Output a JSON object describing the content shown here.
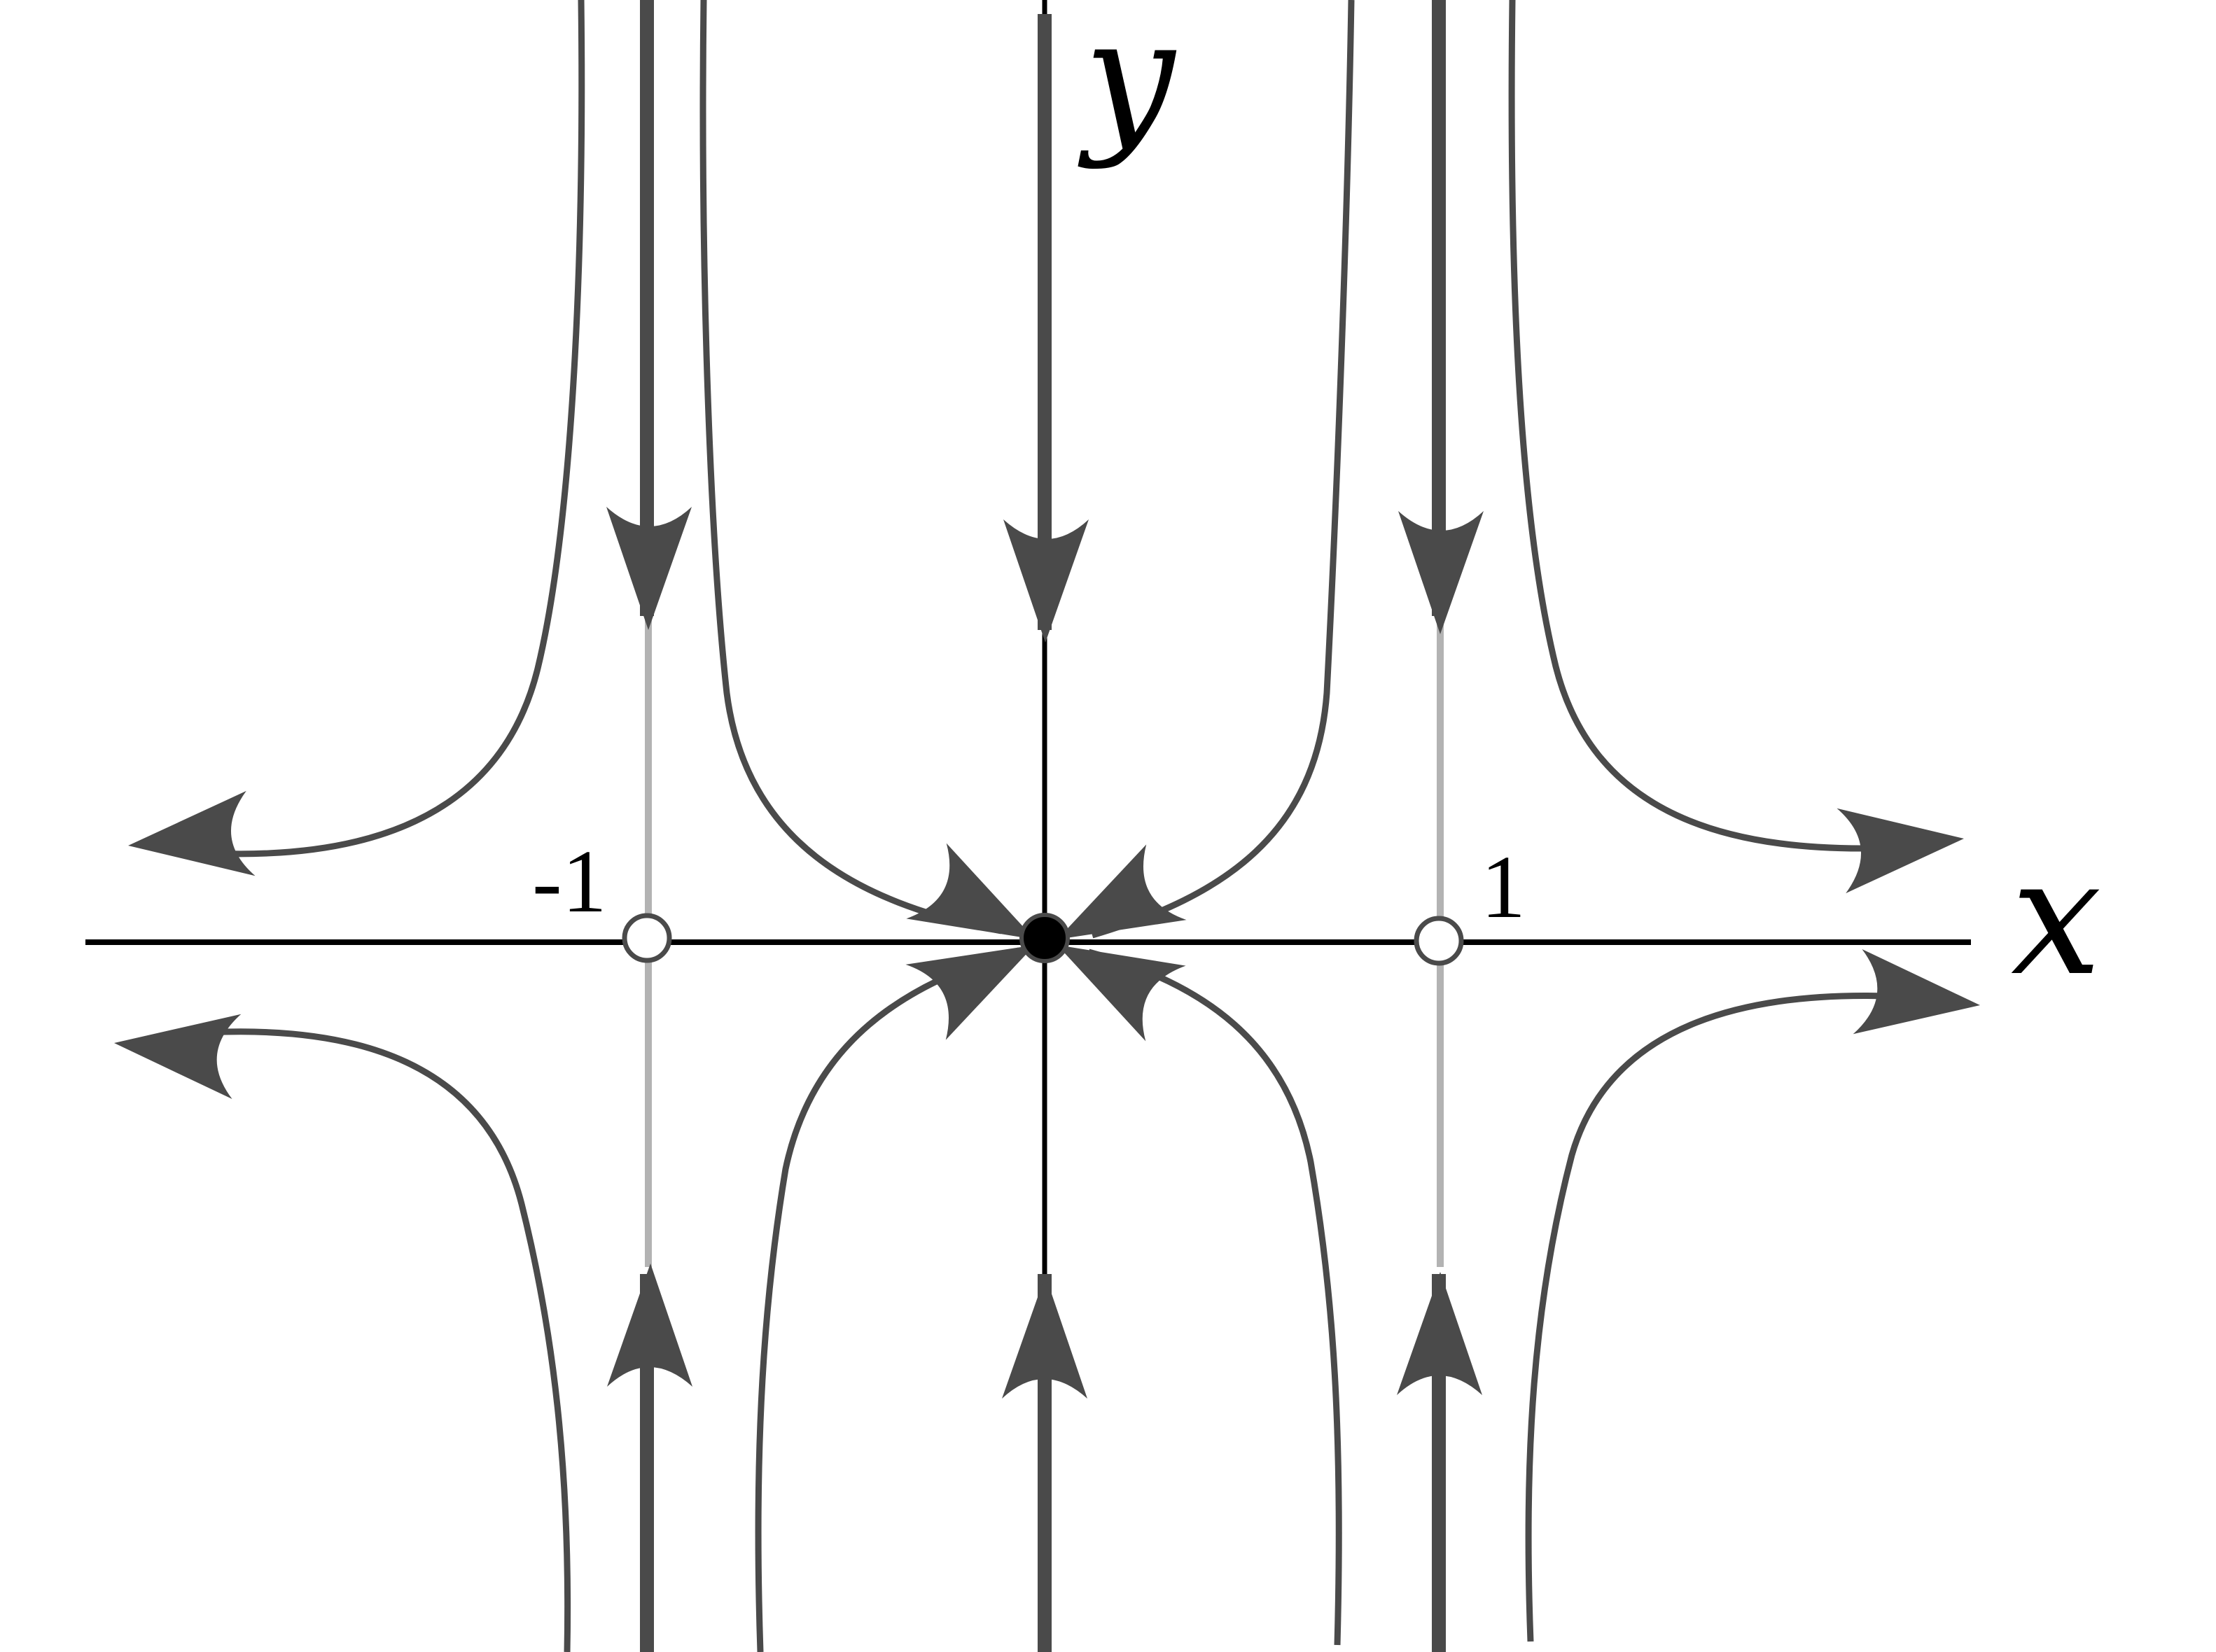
{
  "axes": {
    "x_label": "x",
    "y_label": "y",
    "tick_labels": {
      "neg_one": "-1",
      "pos_one": "1"
    }
  },
  "critical_points": [
    {
      "x": -1,
      "y": 0,
      "style": "open"
    },
    {
      "x": 0,
      "y": 0,
      "style": "filled"
    },
    {
      "x": 1,
      "y": 0,
      "style": "open"
    }
  ],
  "colors": {
    "axis": "#000000",
    "trajectory": "#4a4a4a",
    "invariant_line_light": "#b3b3b3",
    "filled_point": "#000000",
    "open_point_fill": "#ffffff"
  }
}
